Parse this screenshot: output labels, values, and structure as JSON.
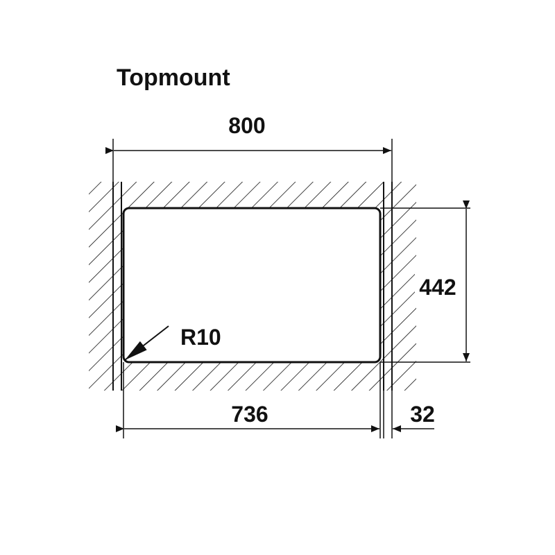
{
  "title": "Topmount",
  "dimensions": {
    "overall_width": "800",
    "cutout_width": "736",
    "cutout_depth": "442",
    "rim_width": "32",
    "corner_radius": "R10"
  },
  "colors": {
    "line": "#111111",
    "background": "#ffffff"
  }
}
